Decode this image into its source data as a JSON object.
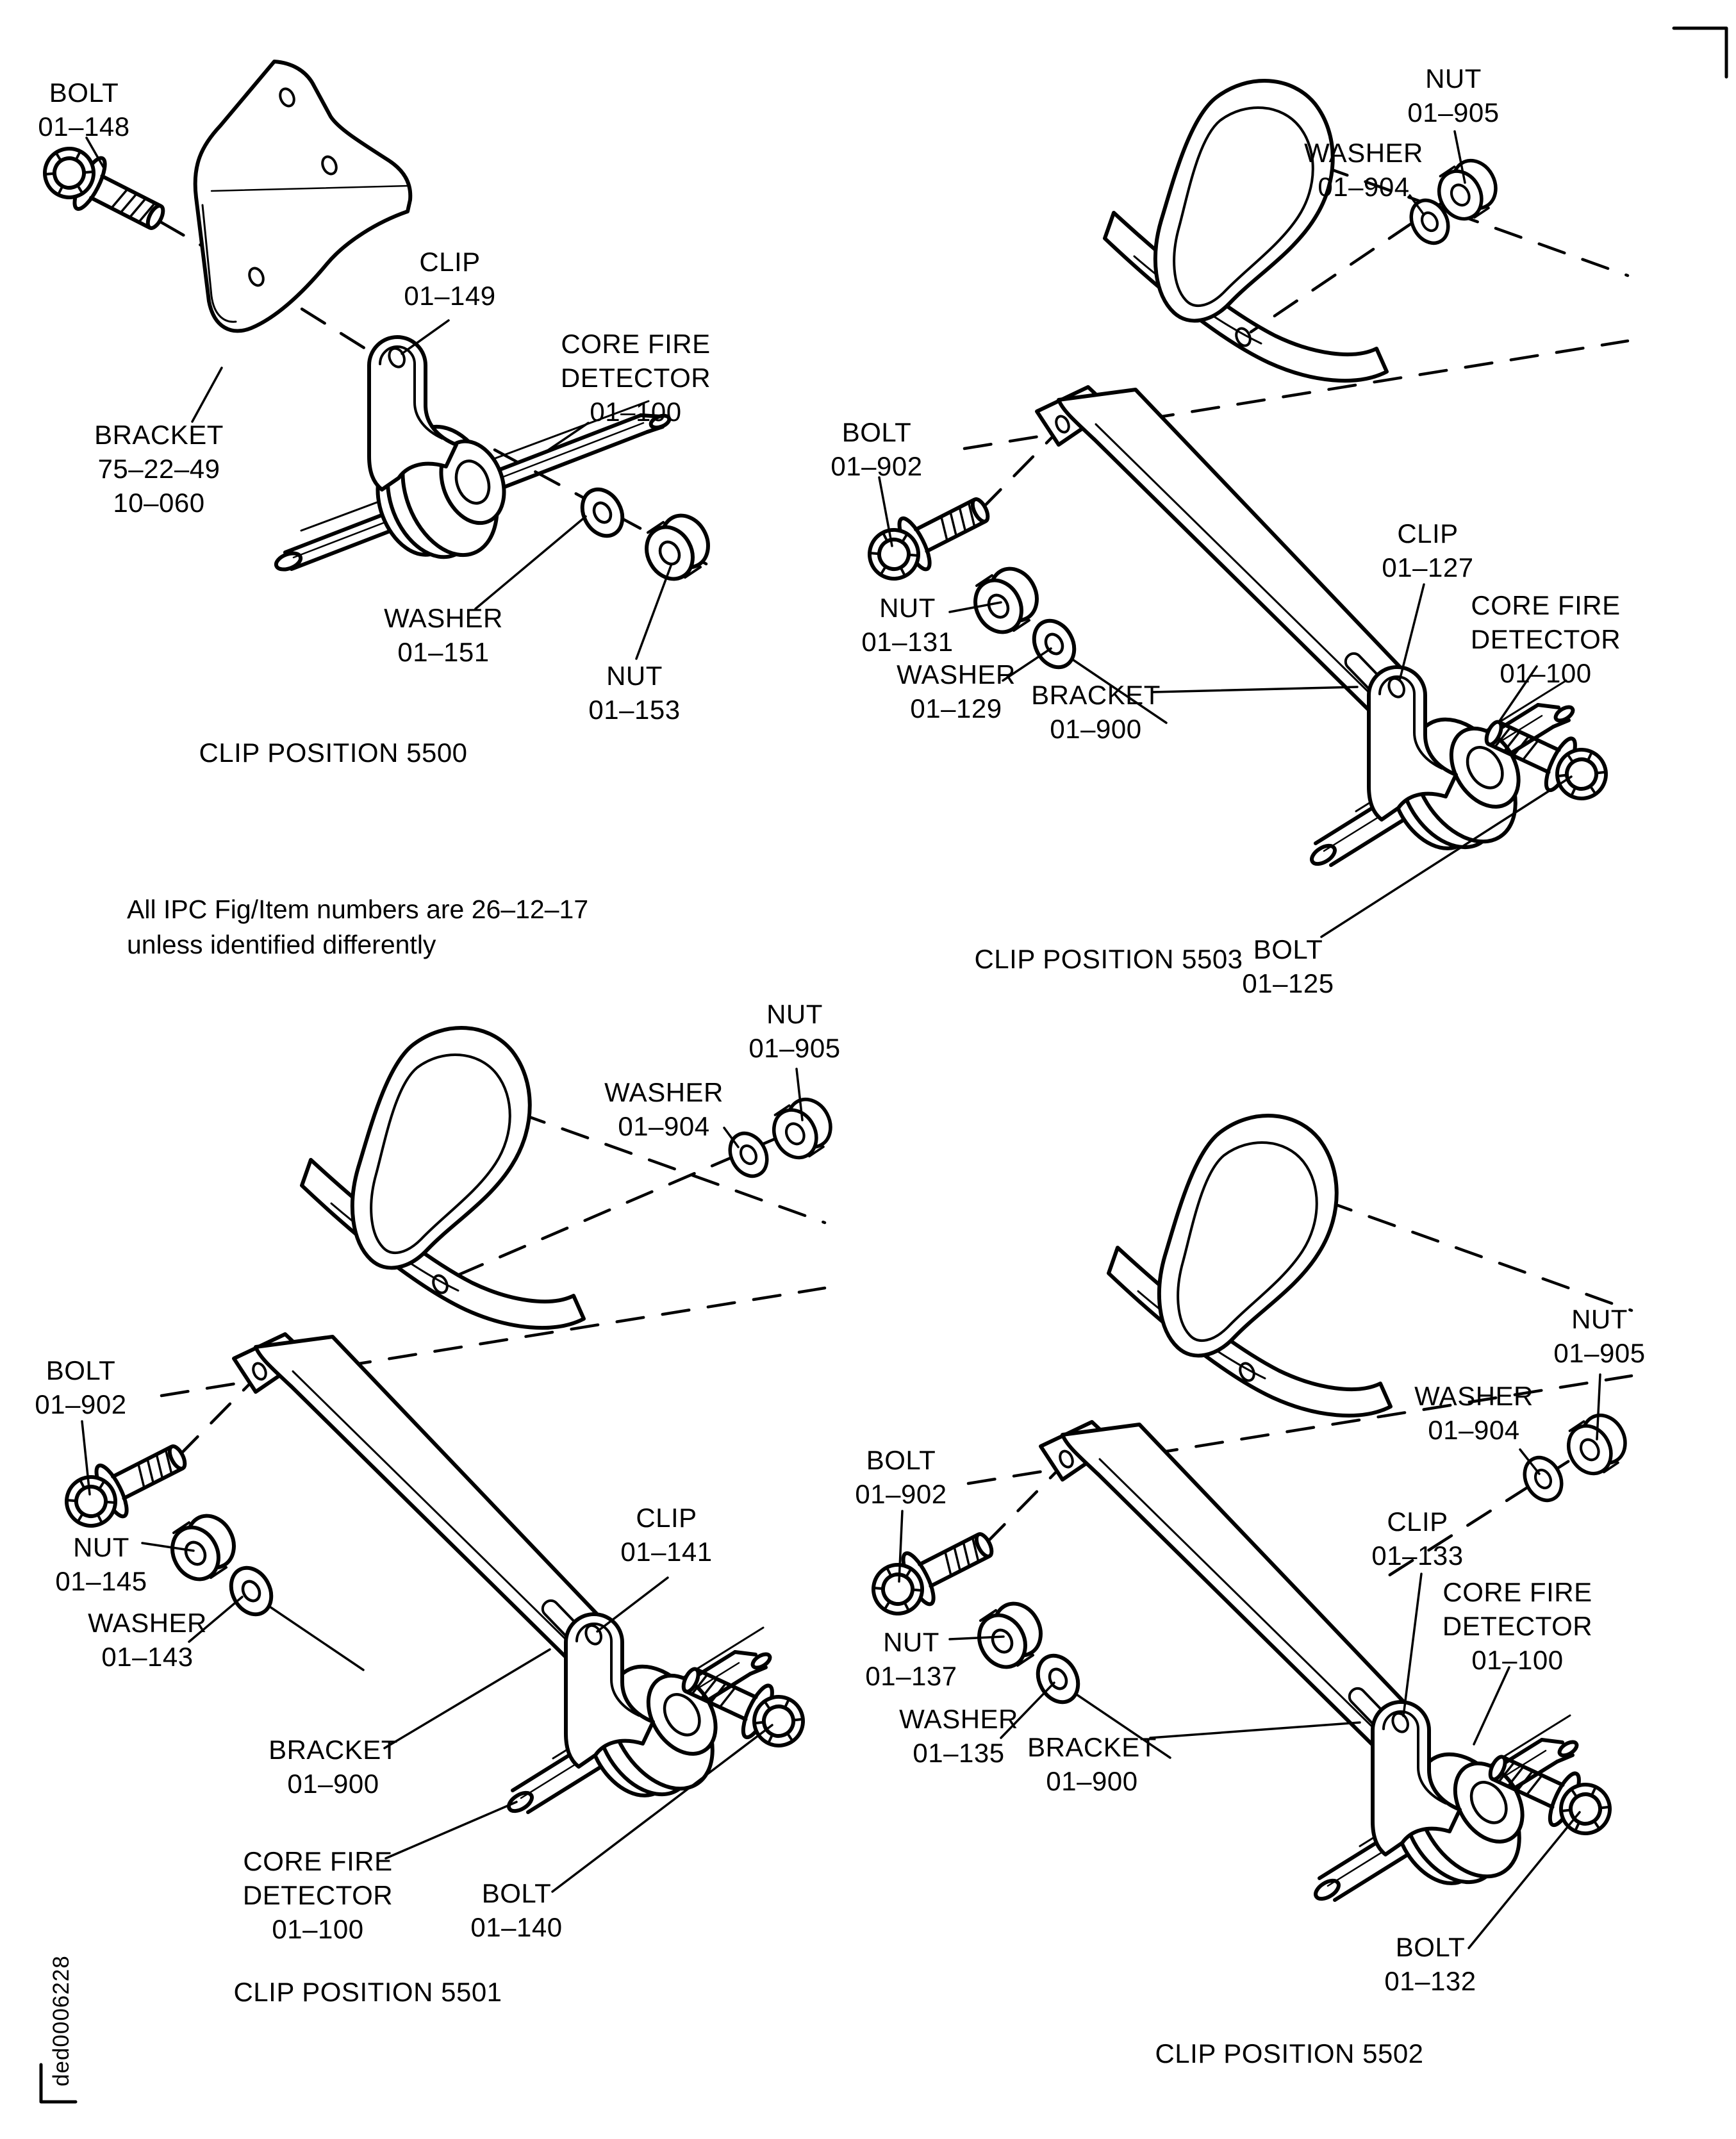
{
  "page": {
    "background_color": "#ffffff",
    "ink_color": "#000000",
    "note": {
      "line1": "All IPC Fig/Item numbers are 26–12–17",
      "line2": "unless identified differently"
    },
    "doc_id": "ded0006228"
  },
  "quadrants": {
    "q5500": {
      "title": "CLIP POSITION 5500",
      "labels": {
        "bolt": [
          "BOLT",
          "01–148"
        ],
        "clip": [
          "CLIP",
          "01–149"
        ],
        "core_fire_detector": [
          "CORE FIRE",
          "DETECTOR",
          "01–100"
        ],
        "bracket": [
          "BRACKET",
          "75–22–49",
          "10–060"
        ],
        "washer": [
          "WASHER",
          "01–151"
        ],
        "nut": [
          "NUT",
          "01–153"
        ]
      }
    },
    "q5503": {
      "title": "CLIP POSITION 5503",
      "labels": {
        "nut_top": [
          "NUT",
          "01–905"
        ],
        "washer_top": [
          "WASHER",
          "01–904"
        ],
        "bolt_left": [
          "BOLT",
          "01–902"
        ],
        "clip": [
          "CLIP",
          "01–127"
        ],
        "core_fire_detector": [
          "CORE FIRE",
          "DETECTOR",
          "01–100"
        ],
        "nut": [
          "NUT",
          "01–131"
        ],
        "washer": [
          "WASHER",
          "01–129"
        ],
        "bracket": [
          "BRACKET",
          "01–900"
        ],
        "bolt_right": [
          "BOLT",
          "01–125"
        ]
      }
    },
    "q5501": {
      "title": "CLIP POSITION 5501",
      "labels": {
        "nut_top": [
          "NUT",
          "01–905"
        ],
        "washer_top": [
          "WASHER",
          "01–904"
        ],
        "bolt_left": [
          "BOLT",
          "01–902"
        ],
        "clip": [
          "CLIP",
          "01–141"
        ],
        "nut": [
          "NUT",
          "01–145"
        ],
        "washer": [
          "WASHER",
          "01–143"
        ],
        "bracket": [
          "BRACKET",
          "01–900"
        ],
        "core_fire_detector": [
          "CORE FIRE",
          "DETECTOR",
          "01–100"
        ],
        "bolt_right": [
          "BOLT",
          "01–140"
        ]
      }
    },
    "q5502": {
      "title": "CLIP POSITION 5502",
      "labels": {
        "nut_top": [
          "NUT",
          "01–905"
        ],
        "washer_top": [
          "WASHER",
          "01–904"
        ],
        "bolt_left": [
          "BOLT",
          "01–902"
        ],
        "clip": [
          "CLIP",
          "01–133"
        ],
        "nut": [
          "NUT",
          "01–137"
        ],
        "washer": [
          "WASHER",
          "01–135"
        ],
        "bracket": [
          "BRACKET",
          "01–900"
        ],
        "core_fire_detector": [
          "CORE FIRE",
          "DETECTOR",
          "01–100"
        ],
        "bolt_right": [
          "BOLT",
          "01–132"
        ]
      }
    }
  }
}
